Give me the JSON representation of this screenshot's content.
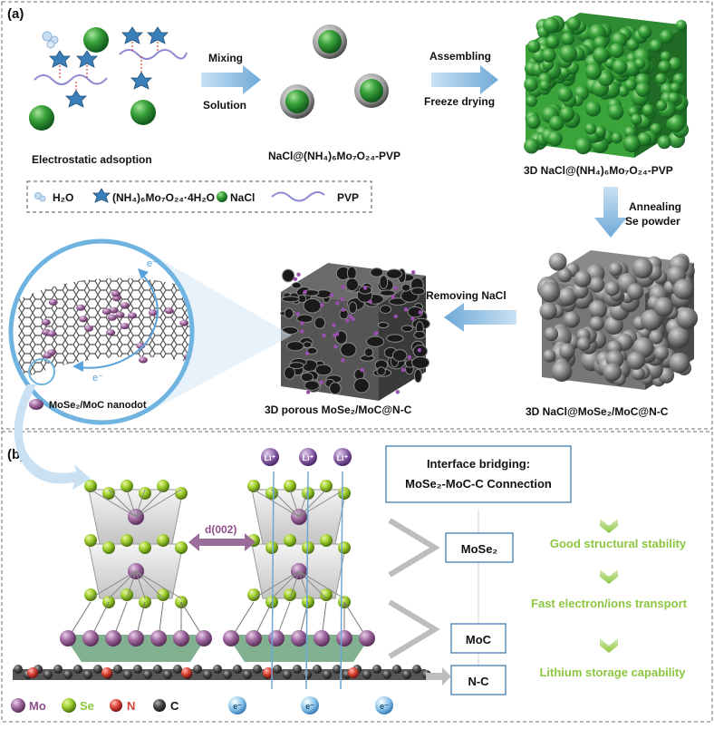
{
  "panel_a": {
    "label": "(a)",
    "arrow_mixing_top": "Mixing",
    "arrow_mixing_bottom": "Solution",
    "arrow_assembling_top": "Assembling",
    "arrow_assembling_bottom": "Freeze drying",
    "caption_electrostatic": "Electrostatic adsoption",
    "caption_precursor": "NaCl@(NH₄)₆Mo₇O₂₄-PVP",
    "caption_3d_precursor": "3D NaCl@(NH₄)₆Mo₇O₂₄-PVP",
    "arrow_anneal_top": "Annealing",
    "arrow_anneal_bottom": "Se powder",
    "arrow_removing": "Removing NaCl",
    "caption_3d_porous": "3D porous MoSe₂/MoC@N-C",
    "caption_3d_nacl": "3D NaCl@MoSe₂/MoC@N-C",
    "legend_nanodot": "MoSe₂/MoC nanodot",
    "legend_h2o": "H₂O",
    "legend_ammonium": "(NH₄)₆Mo₇O₂₄·4H₂O",
    "legend_nacl": "NaCl",
    "legend_pvp": "PVP",
    "electron": "e⁻"
  },
  "panel_b": {
    "label": "(b)",
    "d_spacing": "d(002)",
    "li_ion": "Li⁺",
    "electron": "e⁻",
    "interface_title_1": "Interface bridging:",
    "interface_title_2": "MoSe₂-MoC-C Connection",
    "box_mose2": "MoSe₂",
    "box_moc": "MoC",
    "box_nc": "N-C",
    "benefit_1": "Good structural stability",
    "benefit_2": "Fast electron/ions transport",
    "benefit_3": "Lithium storage capability",
    "legend_mo": "Mo",
    "legend_se": "Se",
    "legend_n": "N",
    "legend_c": "C"
  },
  "colors": {
    "green_text": "#8cc63f",
    "arrow_blue": "#7fb3dd",
    "mo_purple": "#9b6d9b",
    "se_green": "#9ccc2a",
    "n_red": "#d9433b",
    "c_gray": "#3f3f3f",
    "box_border": "#5a8fc0"
  }
}
